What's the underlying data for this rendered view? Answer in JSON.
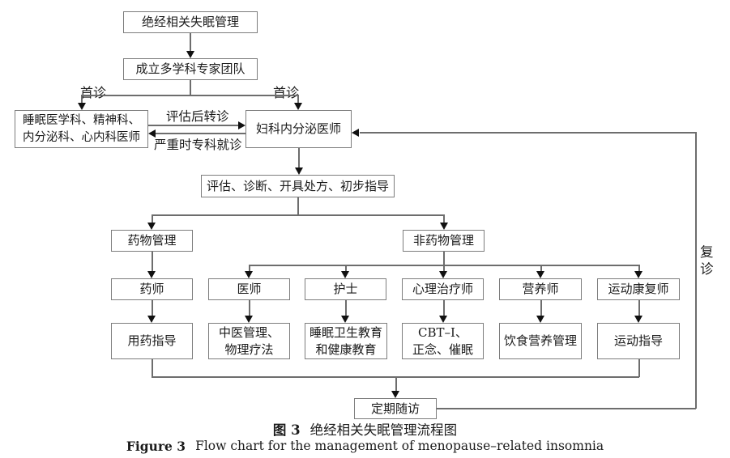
{
  "figure": {
    "nodes": {
      "management": "绝经相关失眠管理",
      "team": "成立多学科专家团队",
      "specialists": [
        "睡眠医学科、精神科、",
        "内分泌科、心内科医师"
      ],
      "gyn_endocrinologist": "妇科内分泌医师",
      "assessment": "评估、诊断、开具处方、初步指导",
      "drug_management": "药物管理",
      "nondrug_management": "非药物管理",
      "pharmacist": "药师",
      "physician": "医师",
      "nurse": "护士",
      "psychotherapist": "心理治疗师",
      "dietitian": "营养师",
      "exercise_rehab_therapist": "运动康复师",
      "medication_guidance": "用药指导",
      "tcm_physical_therapy": [
        "中医管理、",
        "物理疗法"
      ],
      "sleep_health_education": [
        "睡眠卫生教育",
        "和健康教育"
      ],
      "cbt_mindfulness_hypnosis": [
        "CBT–I、",
        "正念、催眠"
      ],
      "diet_nutrition_management": "饮食营养管理",
      "exercise_guidance": "运动指导",
      "regular_followup": "定期随访"
    },
    "edge_labels": {
      "first_visit_left": "首诊",
      "first_visit_right": "首诊",
      "referral_after_assessment": "评估后转诊",
      "severe_specialist_visit": "严重时专科就诊",
      "return_visit": [
        "复",
        "诊"
      ]
    },
    "caption_zh": {
      "label": "图 3",
      "title": "绝经相关失眠管理流程图"
    },
    "caption_en": {
      "label": "Figure 3",
      "title": "Flow chart for the management of menopause–related insomnia"
    }
  }
}
